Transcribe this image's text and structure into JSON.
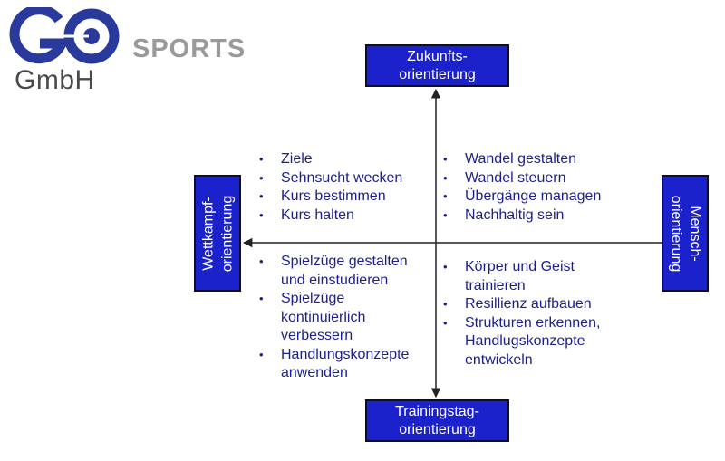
{
  "logo": {
    "mark": "GO",
    "company": "GmbH",
    "brand": "SPORTS",
    "mark_color": "#2a3a9c",
    "company_color": "#4a4a4a",
    "brand_color": "#9a9a9a"
  },
  "colors": {
    "box_fill": "#1b22cc",
    "box_text": "#ffffff",
    "list_text": "#1b1f8c",
    "axis": "#222222"
  },
  "axes": {
    "top": {
      "lines": [
        "Zukunfts-",
        "orientierung"
      ]
    },
    "bottom": {
      "lines": [
        "Trainingstag-",
        "orientierung"
      ]
    },
    "left": {
      "lines": [
        "Wettkampf-",
        "orientierung"
      ]
    },
    "right": {
      "lines": [
        "Mensch-",
        "orientierung"
      ]
    }
  },
  "quadrants": {
    "top_left": {
      "bullet": "•",
      "items": [
        [
          "Ziele"
        ],
        [
          "Sehnsucht wecken"
        ],
        [
          "Kurs bestimmen"
        ],
        [
          "Kurs halten"
        ]
      ]
    },
    "top_right": {
      "bullet": "•",
      "items": [
        [
          "Wandel gestalten"
        ],
        [
          "Wandel steuern"
        ],
        [
          "Übergänge managen"
        ],
        [
          "Nachhaltig sein"
        ]
      ]
    },
    "bottom_left": {
      "bullet": "•",
      "items": [
        [
          "Spielzüge gestalten",
          "und einstudieren"
        ],
        [
          "Spielzüge",
          "kontinuierlich",
          "verbessern"
        ],
        [
          "Handlungskonzepte",
          "anwenden"
        ]
      ]
    },
    "bottom_right": {
      "bullet": "•",
      "items": [
        [
          "Körper und Geist",
          "trainieren"
        ],
        [
          "Resillienz aufbauen"
        ],
        [
          "Strukturen erkennen,",
          "Handlugskonzepte",
          "entwickeln"
        ]
      ]
    }
  }
}
